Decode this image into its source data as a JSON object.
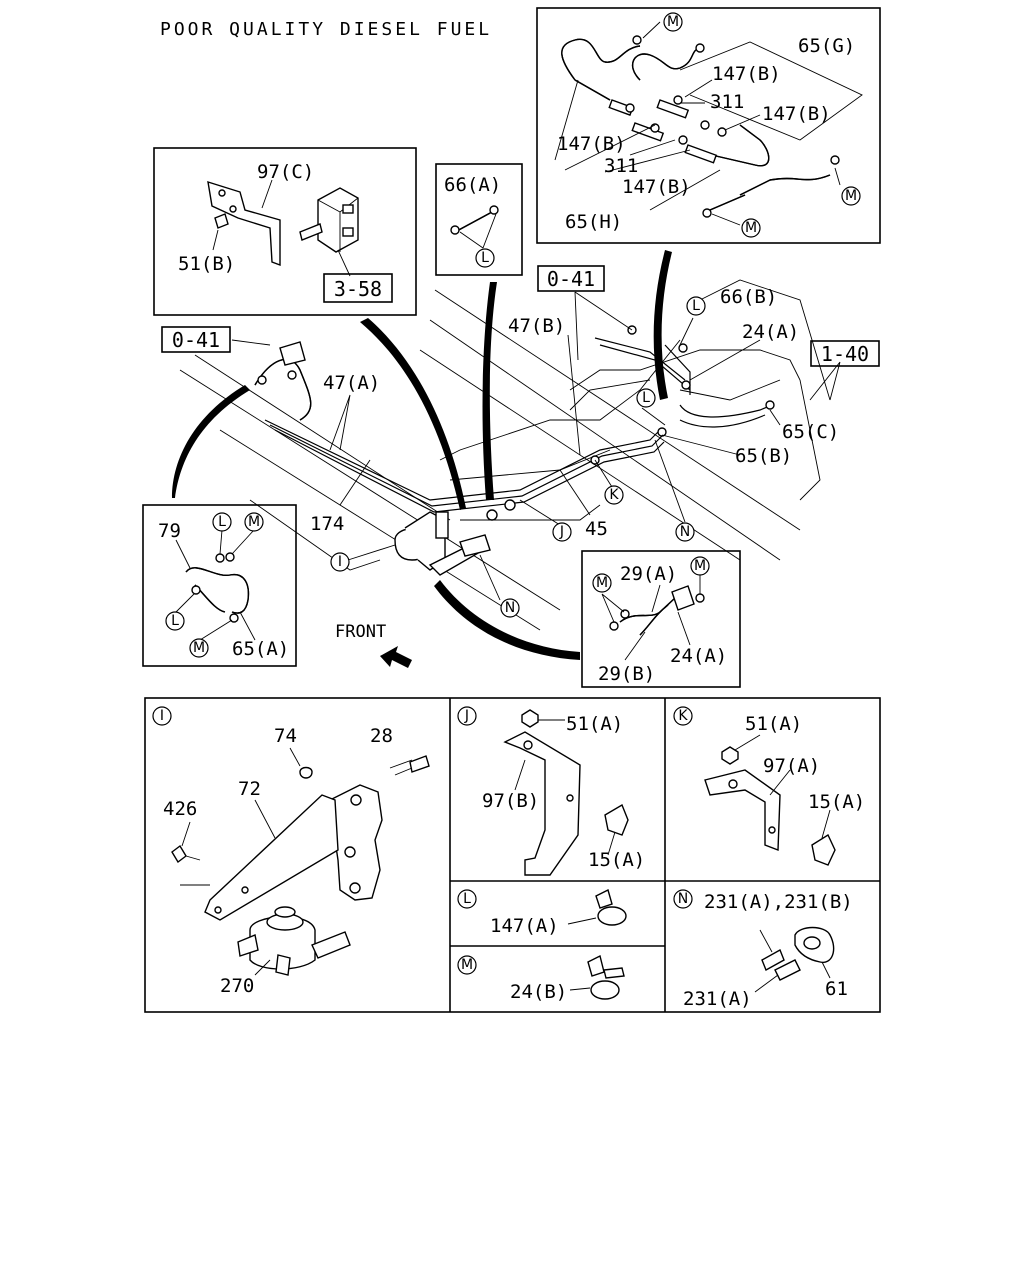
{
  "title": "POOR QUALITY DIESEL FUEL",
  "refs": {
    "r358": "3-58",
    "r041a": "0-41",
    "r041b": "0-41",
    "r140": "1-40"
  },
  "circles": {
    "L": "L",
    "M": "M",
    "I": "I",
    "J": "J",
    "K": "K",
    "N": "N"
  },
  "labels": {
    "p65G": "65(G)",
    "p147Ba": "147(B)",
    "p311a": "311",
    "p147Bb": "147(B)",
    "p147Bc": "147(B)",
    "p311b": "311",
    "p147Bd": "147(B)",
    "p65H": "65(H)",
    "p66A": "66(A)",
    "p97C": "97(C)",
    "p51B": "51(B)",
    "p66B": "66(B)",
    "p47B": "47(B)",
    "p24A": "24(A)",
    "p47A": "47(A)",
    "p65C": "65(C)",
    "p65B": "65(B)",
    "p174": "174",
    "p45": "45",
    "p79": "79",
    "p65A": "65(A)",
    "p29A": "29(A)",
    "p29B": "29(B)",
    "p24A2": "24(A)",
    "front": "FRONT",
    "p74": "74",
    "p28": "28",
    "p72": "72",
    "p426": "426",
    "p270": "270",
    "p51Aj": "51(A)",
    "p97Bj": "97(B)",
    "p15Aj": "15(A)",
    "p51Ak": "51(A)",
    "p97Ak": "97(A)",
    "p15Ak": "15(A)",
    "p147A": "147(A)",
    "p231AB": "231(A),231(B)",
    "p24B": "24(B)",
    "p231A": "231(A)",
    "p61": "61"
  }
}
